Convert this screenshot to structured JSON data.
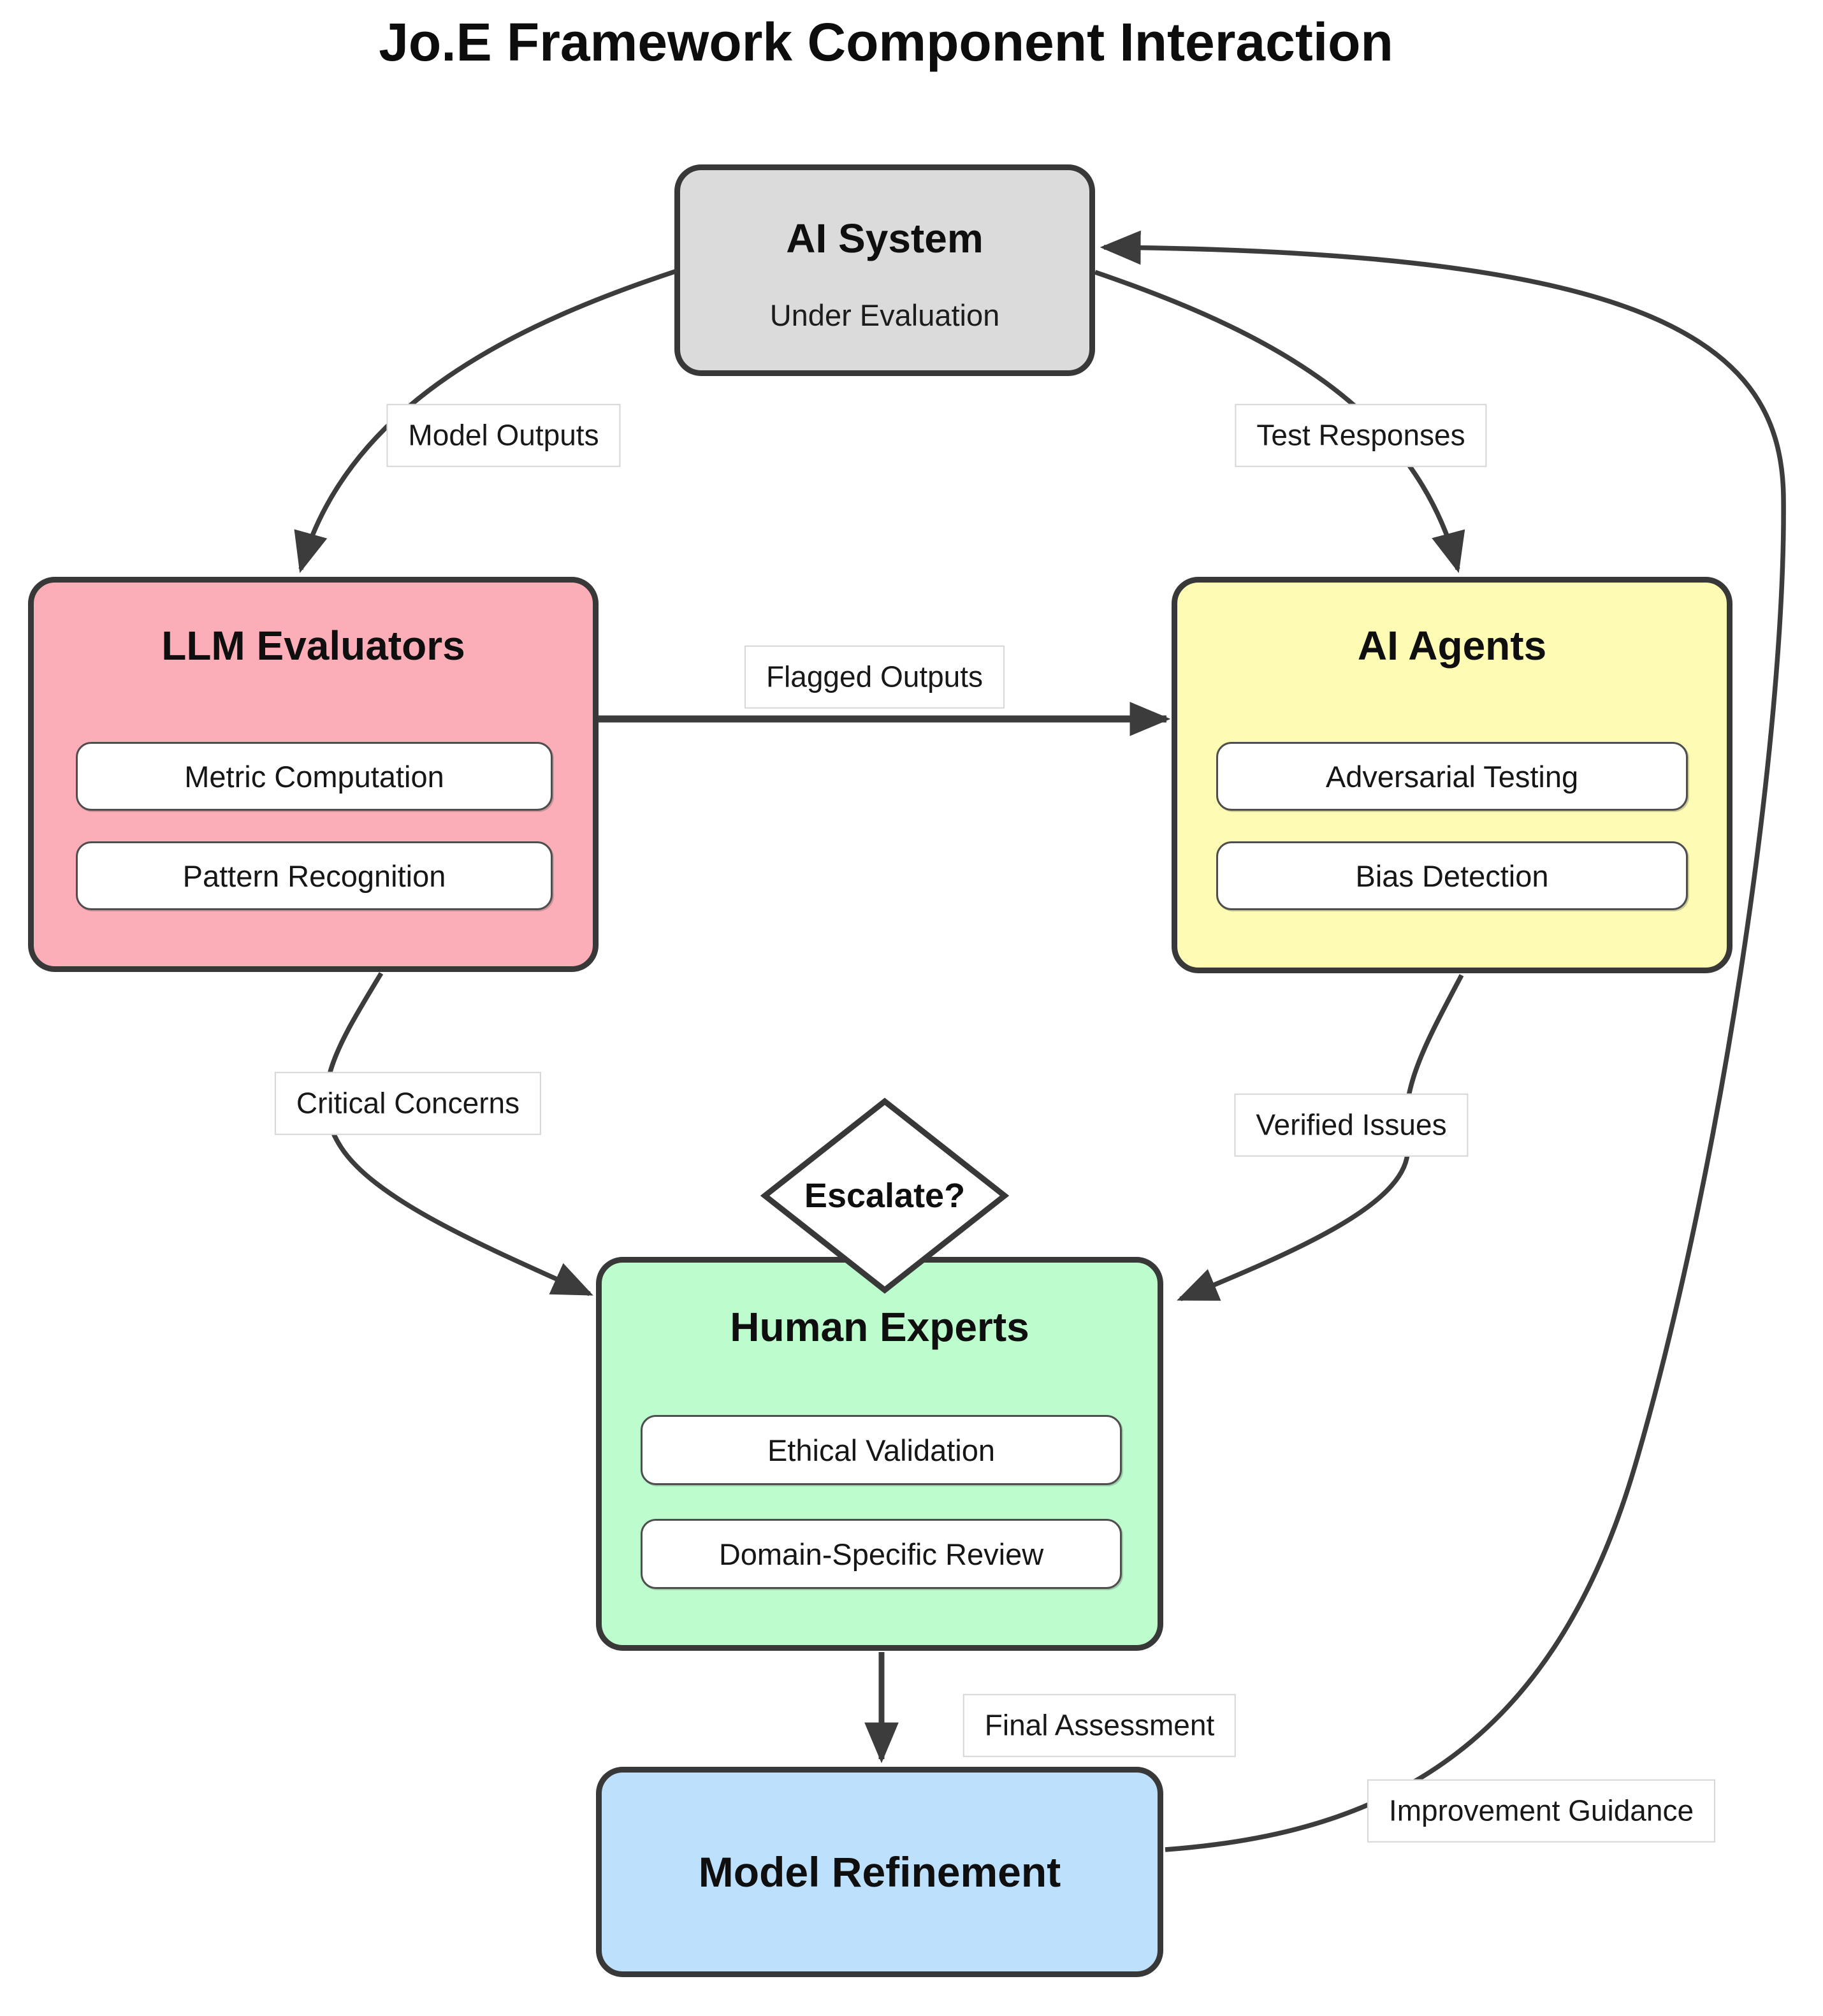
{
  "title": "Jo.E Framework Component Interaction",
  "nodes": {
    "ai_system": {
      "title": "AI System",
      "subtitle": "Under Evaluation",
      "fill": "#dbdbdb"
    },
    "llm_evaluators": {
      "title": "LLM Evaluators",
      "items": [
        "Metric Computation",
        "Pattern Recognition"
      ],
      "fill": "#fcaeb8"
    },
    "ai_agents": {
      "title": "AI Agents",
      "items": [
        "Adversarial Testing",
        "Bias Detection"
      ],
      "fill": "#fdfbb4"
    },
    "human_experts": {
      "title": "Human Experts",
      "items": [
        "Ethical Validation",
        "Domain-Specific Review"
      ],
      "fill": "#bcfccd"
    },
    "model_refinement": {
      "title": "Model Refinement",
      "fill": "#bde0fc"
    },
    "decision": {
      "label": "Escalate?",
      "fill": "#ffffff"
    }
  },
  "edges": {
    "model_outputs": {
      "label": "Model Outputs"
    },
    "test_responses": {
      "label": "Test Responses"
    },
    "flagged_outputs": {
      "label": "Flagged Outputs"
    },
    "critical_concerns": {
      "label": "Critical Concerns"
    },
    "verified_issues": {
      "label": "Verified Issues"
    },
    "final_assessment": {
      "label": "Final Assessment"
    },
    "improvement_guidance": {
      "label": "Improvement Guidance"
    }
  },
  "colors": {
    "edge_stroke": "#3c3c3c",
    "node_border": "#383838",
    "label_border": "#d6d6d6",
    "background": "#ffffff"
  }
}
